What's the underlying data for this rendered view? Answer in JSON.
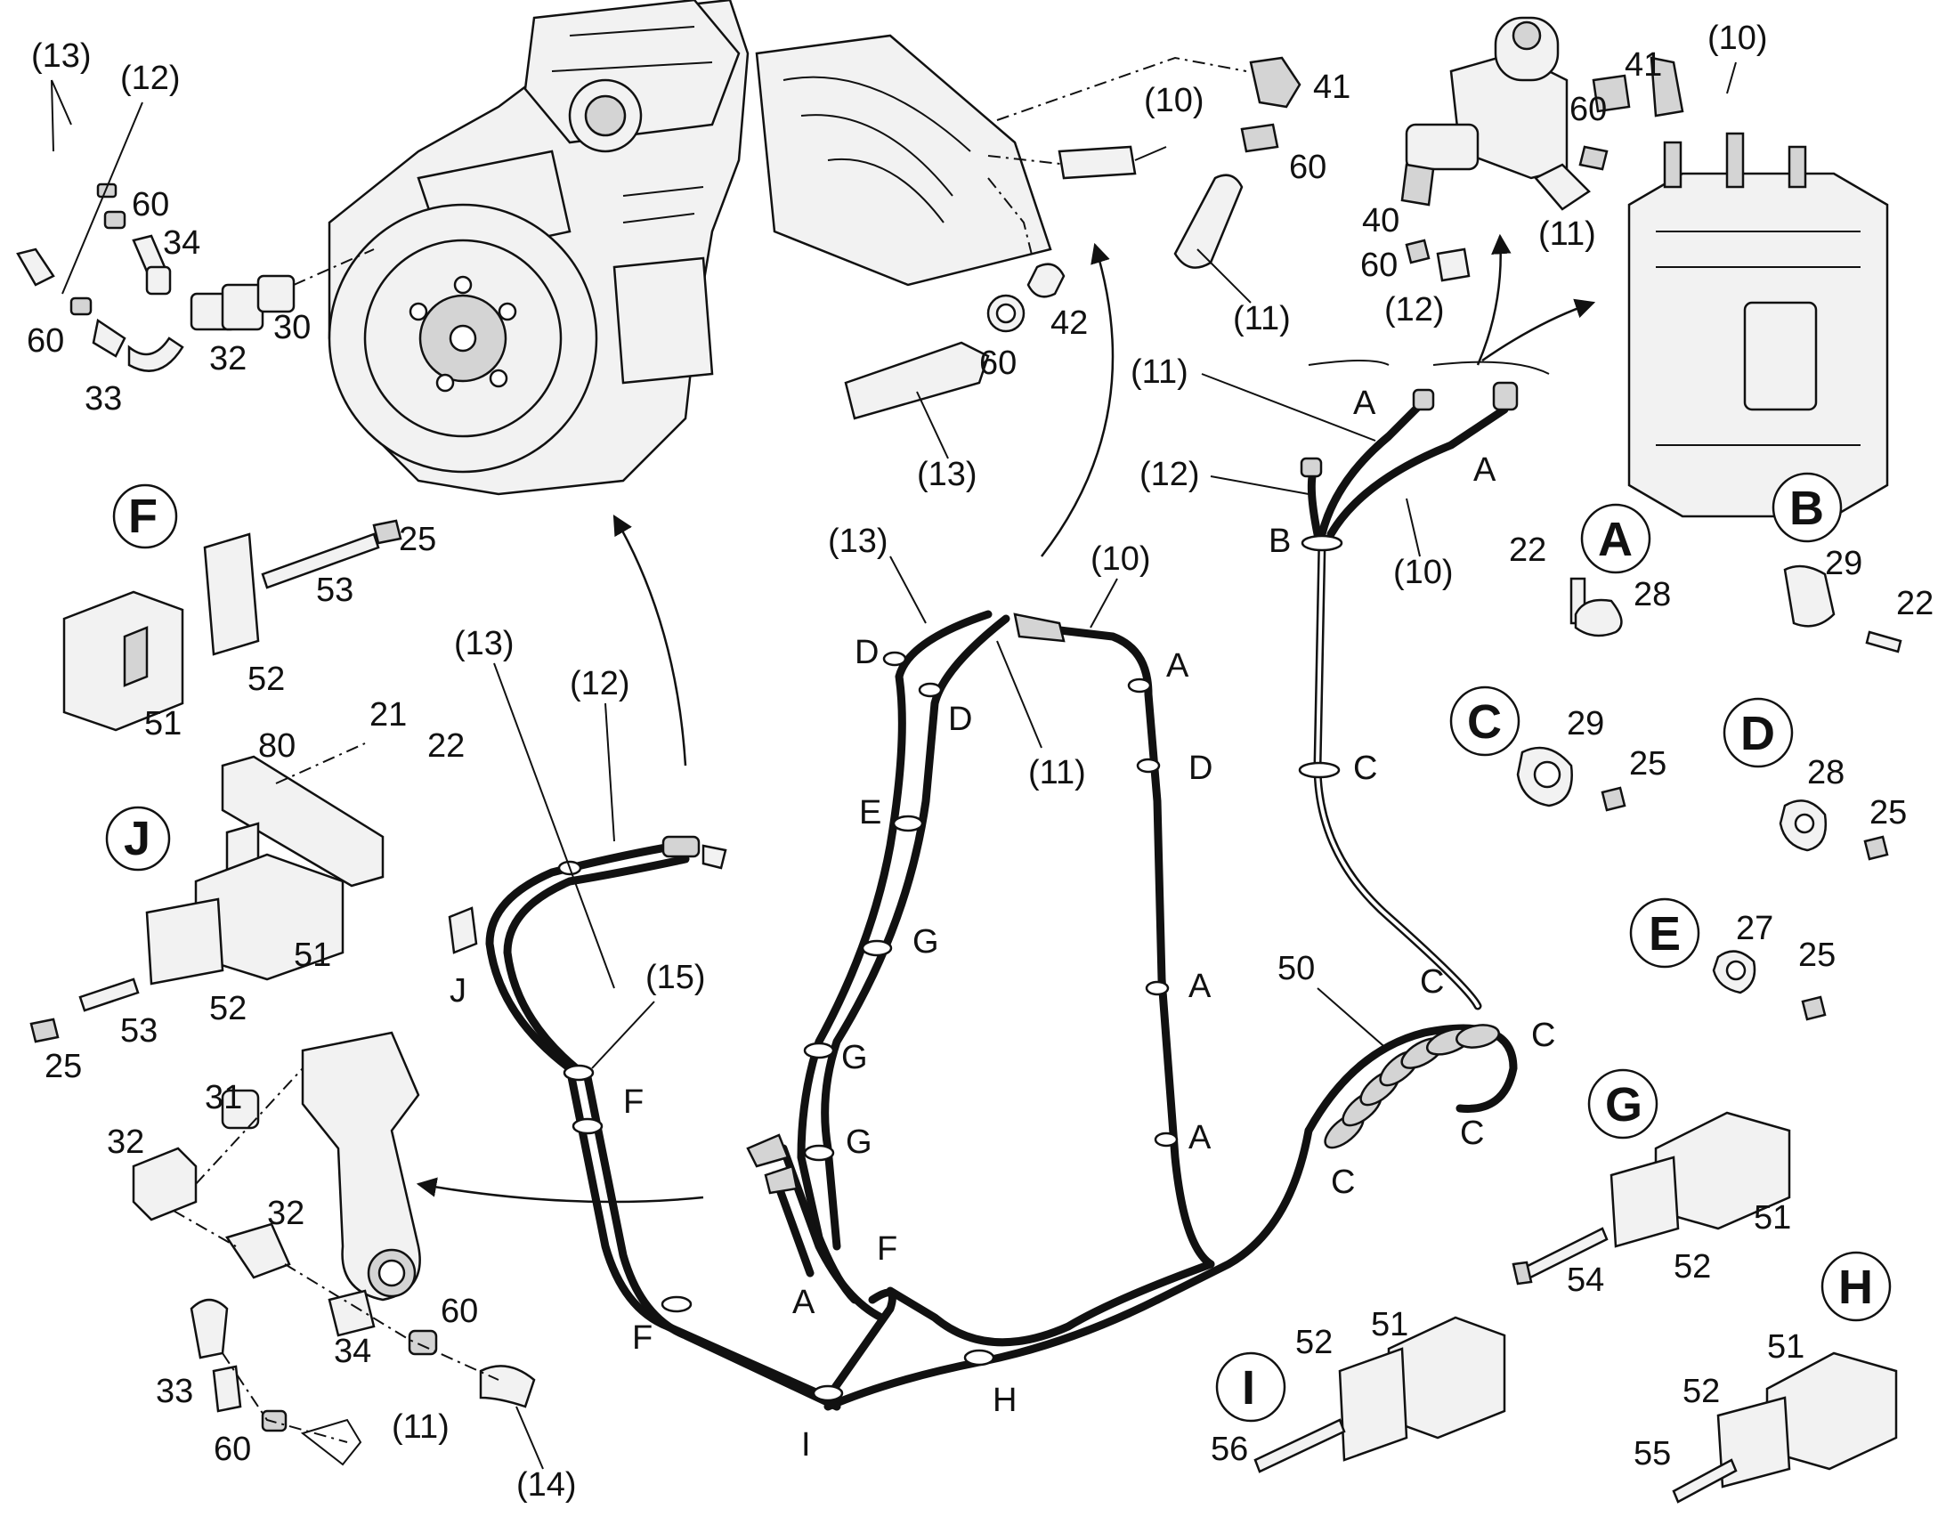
{
  "diagram": {
    "detail_circles": [
      "F",
      "J",
      "A",
      "B",
      "C",
      "D",
      "E",
      "G",
      "H",
      "I"
    ],
    "callouts": {
      "engine_13": "(13)",
      "engine_12": "(12)",
      "engine_60a": "60",
      "engine_34": "34",
      "engine_60b": "60",
      "engine_33": "33",
      "engine_32": "32",
      "engine_30": "30",
      "top_10": "(10)",
      "top_41": "41",
      "top_60": "60",
      "top_11": "(11)",
      "top_42": "42",
      "top_60b": "60",
      "top_13": "(13)",
      "valve_10": "(10)",
      "valve_41": "41",
      "valve_60": "60",
      "valve_40": "40",
      "valve_60b": "60",
      "valve_11": "(11)",
      "valve_12": "(12)",
      "harn_11": "(11)",
      "harn_12": "(12)",
      "harn_10": "(10)",
      "harn_A1": "A",
      "harn_A2": "A",
      "harn_B": "B",
      "harn_C1": "C",
      "det_A_22": "22",
      "det_A_28": "28",
      "det_B_29": "29",
      "det_B_22": "22",
      "det_C_29": "29",
      "det_C_25": "25",
      "det_D_28": "28",
      "det_D_25": "25",
      "det_E_27": "27",
      "det_E_25": "25",
      "det_F_25": "25",
      "det_F_53": "53",
      "det_F_52": "52",
      "det_F_51": "51",
      "det_J_80": "80",
      "det_J_21": "21",
      "det_J_22": "22",
      "det_J_51": "51",
      "det_J_52": "52",
      "det_J_53": "53",
      "det_J_25": "25",
      "mid_13": "(13)",
      "mid_12": "(12)",
      "mid_15": "(15)",
      "mid_J": "J",
      "mid_F1": "F",
      "mid_F2": "F",
      "mid_F3": "F",
      "mid_A": "A",
      "mid_I": "I",
      "mid_H": "H",
      "loop_13": "(13)",
      "loop_10": "(10)",
      "loop_11": "(11)",
      "loop_D1": "D",
      "loop_D2": "D",
      "loop_D3": "D",
      "loop_E": "E",
      "loop_G1": "G",
      "loop_G2": "G",
      "loop_G3": "G",
      "loop_A1": "A",
      "loop_A2": "A",
      "loop_A3": "A",
      "coil_50": "50",
      "coil_C1": "C",
      "coil_C2": "C",
      "coil_C3": "C",
      "coil_C4": "C",
      "tee_31": "31",
      "tee_32a": "32",
      "tee_32b": "32",
      "tee_34": "34",
      "tee_60a": "60",
      "tee_33": "33",
      "tee_60b": "60",
      "tee_11": "(11)",
      "tee_14": "(14)",
      "det_G_51": "51",
      "det_G_52": "52",
      "det_G_54": "54",
      "det_I_51": "51",
      "det_I_52": "52",
      "det_I_56": "56",
      "det_H_51": "51",
      "det_H_52": "52",
      "det_H_55": "55"
    }
  }
}
